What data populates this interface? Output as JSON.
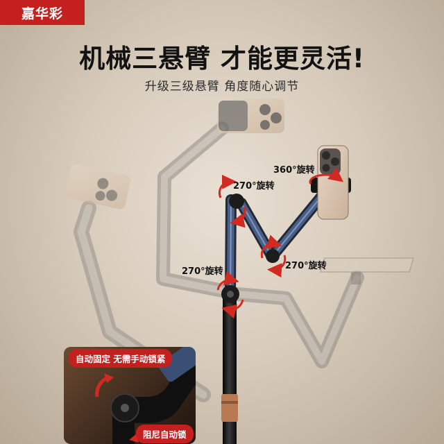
{
  "brand": "嘉华彩",
  "headline": "机械三悬臂 才能更灵活!",
  "subline": "升级三级悬臂 角度随心调节",
  "rotation_labels": {
    "top_right": "360°旋转",
    "center_top": "270°旋转",
    "left_mid": "270°旋转",
    "right_mid": "270°旋转"
  },
  "inset": {
    "top_label": "自动固定 无需手动锁紧",
    "bottom_label": "阻尼自动锁"
  },
  "colors": {
    "accent": "#c3201f",
    "arm_blue": "#3b4f74",
    "arm_ghost": "#9a9590",
    "pole": "#121212",
    "copper": "#b77a52"
  }
}
